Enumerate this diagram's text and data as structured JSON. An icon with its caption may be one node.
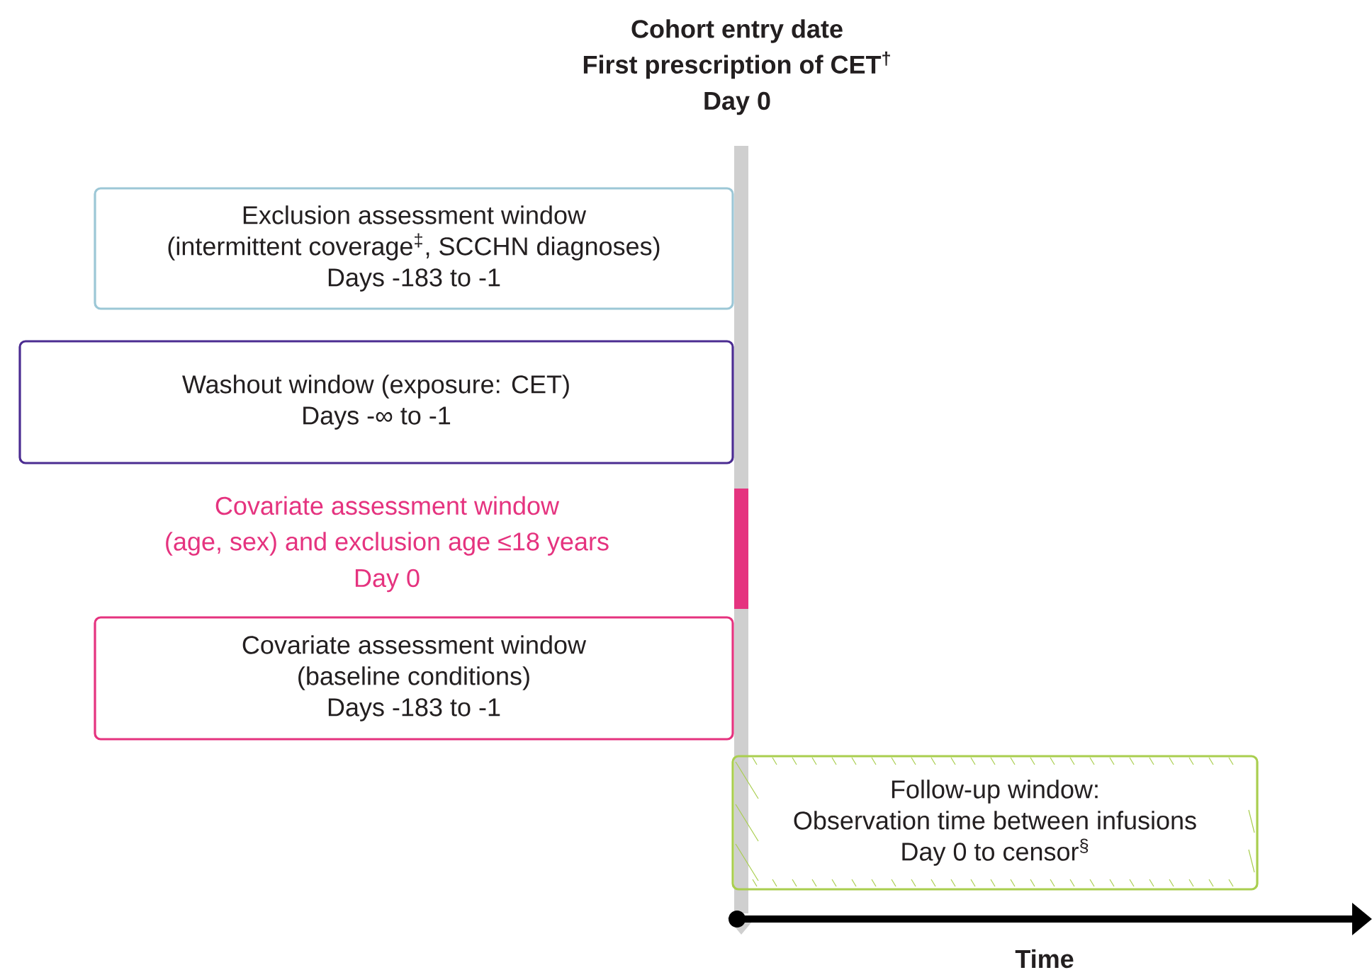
{
  "diagram": {
    "title": "Cohort entry date",
    "nodes": [
      {
        "text": [
          "Exclusion assessment window",
          "(intermittent coverage$^{‡}$, SCCHN diagnoses)",
          "Days -183 to -1"
        ]
      },
      {
        "text": [
          "Washout window (exposure: CET)",
          "Days -∞ to -1"
        ]
      },
      {
        "text": [
          "Covariate assessment window",
          "(baseline conditions)",
          "Days -183 to -1"
        ]
      },
      {
        "text": [
          "Follow-up window:",
          "Observation time between infusions",
          "Day 0 to censor$^{§}$"
        ]
      }
    ],
    "labels": [
      "First prescription of CET$^{†}$",
      "Day 0",
      "Covariate assessment window",
      "(age, sex) and exclusion age ≤18 years",
      "Day 0",
      "Time"
    ]
  }
}
